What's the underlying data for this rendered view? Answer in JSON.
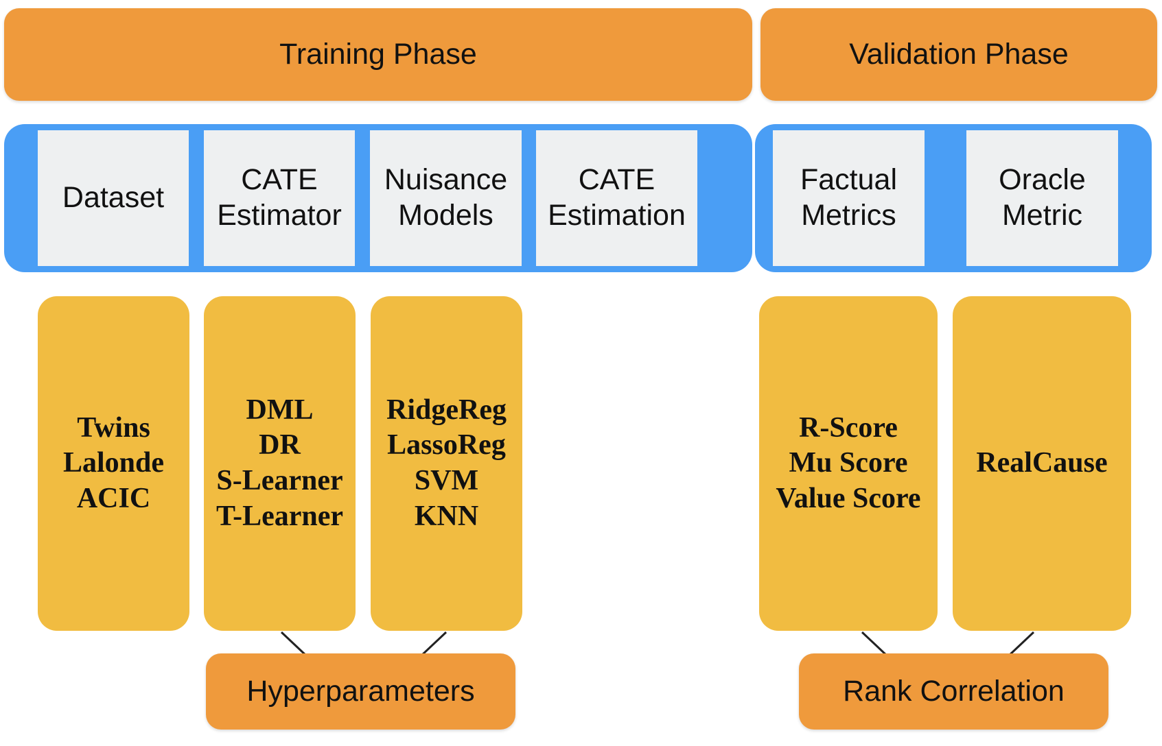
{
  "phases": {
    "training": "Training Phase",
    "validation": "Validation Phase"
  },
  "training_cards": {
    "dataset": "Dataset",
    "cate_estimator": "CATE\nEstimator",
    "nuisance_models": "Nuisance\nModels",
    "cate_estimation": "CATE\nEstimation"
  },
  "validation_cards": {
    "factual_metrics": "Factual\nMetrics",
    "oracle_metric": "Oracle\nMetric"
  },
  "items": {
    "datasets": "Twins\nLalonde\nACIC",
    "estimators": "DML\nDR\nS-Learner\nT-Learner",
    "nuisance": "RidgeReg\nLassoReg\nSVM\nKNN",
    "factual": "R-Score\nMu Score\nValue Score",
    "oracle": "RealCause"
  },
  "bottom": {
    "hyperparameters": "Hyperparameters",
    "rank_correlation": "Rank Correlation"
  },
  "colors": {
    "phase": "#EF9A3C",
    "band": "#4A9EF5",
    "card": "#EEF0F1",
    "item": "#F1BC41"
  }
}
